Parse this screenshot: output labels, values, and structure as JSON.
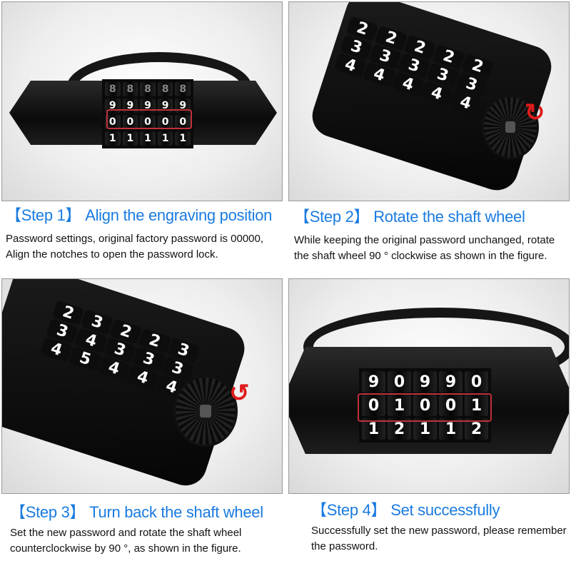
{
  "colors": {
    "heading": "#1a7be0",
    "highlight_box": "#c0303a",
    "arrow": "#e01b1b"
  },
  "steps": [
    {
      "step": "【Step 1】",
      "title": "Align the engraving position",
      "description": "Password settings, original factory password is 00000, Align the notches to open the password lock.",
      "dials": {
        "top": [
          "8",
          "8",
          "8",
          "8",
          "8"
        ],
        "upper": [
          "9",
          "9",
          "9",
          "9",
          "9"
        ],
        "selected": [
          "0",
          "0",
          "0",
          "0",
          "0"
        ],
        "lower": [
          "1",
          "1",
          "1",
          "1",
          "1"
        ]
      }
    },
    {
      "step": "【Step 2】",
      "title": "Rotate the shaft wheel",
      "description": "While keeping the original password unchanged, rotate the shaft wheel 90 ° clockwise as shown in the figure.",
      "dials": {
        "rows": [
          [
            "2",
            "2",
            "2",
            "2",
            "2"
          ],
          [
            "3",
            "3",
            "3",
            "3",
            "3"
          ],
          [
            "4",
            "4",
            "4",
            "4",
            "4"
          ]
        ]
      },
      "arrow": "clockwise-arrow-icon"
    },
    {
      "step": "【Step 3】",
      "title": "Turn back the shaft wheel",
      "description": "Set the new password and rotate the shaft wheel counterclockwise by 90 °, as shown in the figure.",
      "dials": {
        "rows": [
          [
            "2",
            "3",
            "2",
            "2",
            "3"
          ],
          [
            "3",
            "4",
            "3",
            "3",
            "3"
          ],
          [
            "4",
            "5",
            "4",
            "4",
            "4"
          ]
        ]
      },
      "arrow": "counterclockwise-arrow-icon"
    },
    {
      "step": "【Step 4】",
      "title": "Set successfully",
      "description": "Successfully set the new password, please remember the password.",
      "dials": {
        "upper": [
          "9",
          "0",
          "9",
          "9",
          "0"
        ],
        "selected": [
          "0",
          "1",
          "0",
          "0",
          "1"
        ],
        "lower": [
          "1",
          "2",
          "1",
          "1",
          "2"
        ]
      }
    }
  ]
}
